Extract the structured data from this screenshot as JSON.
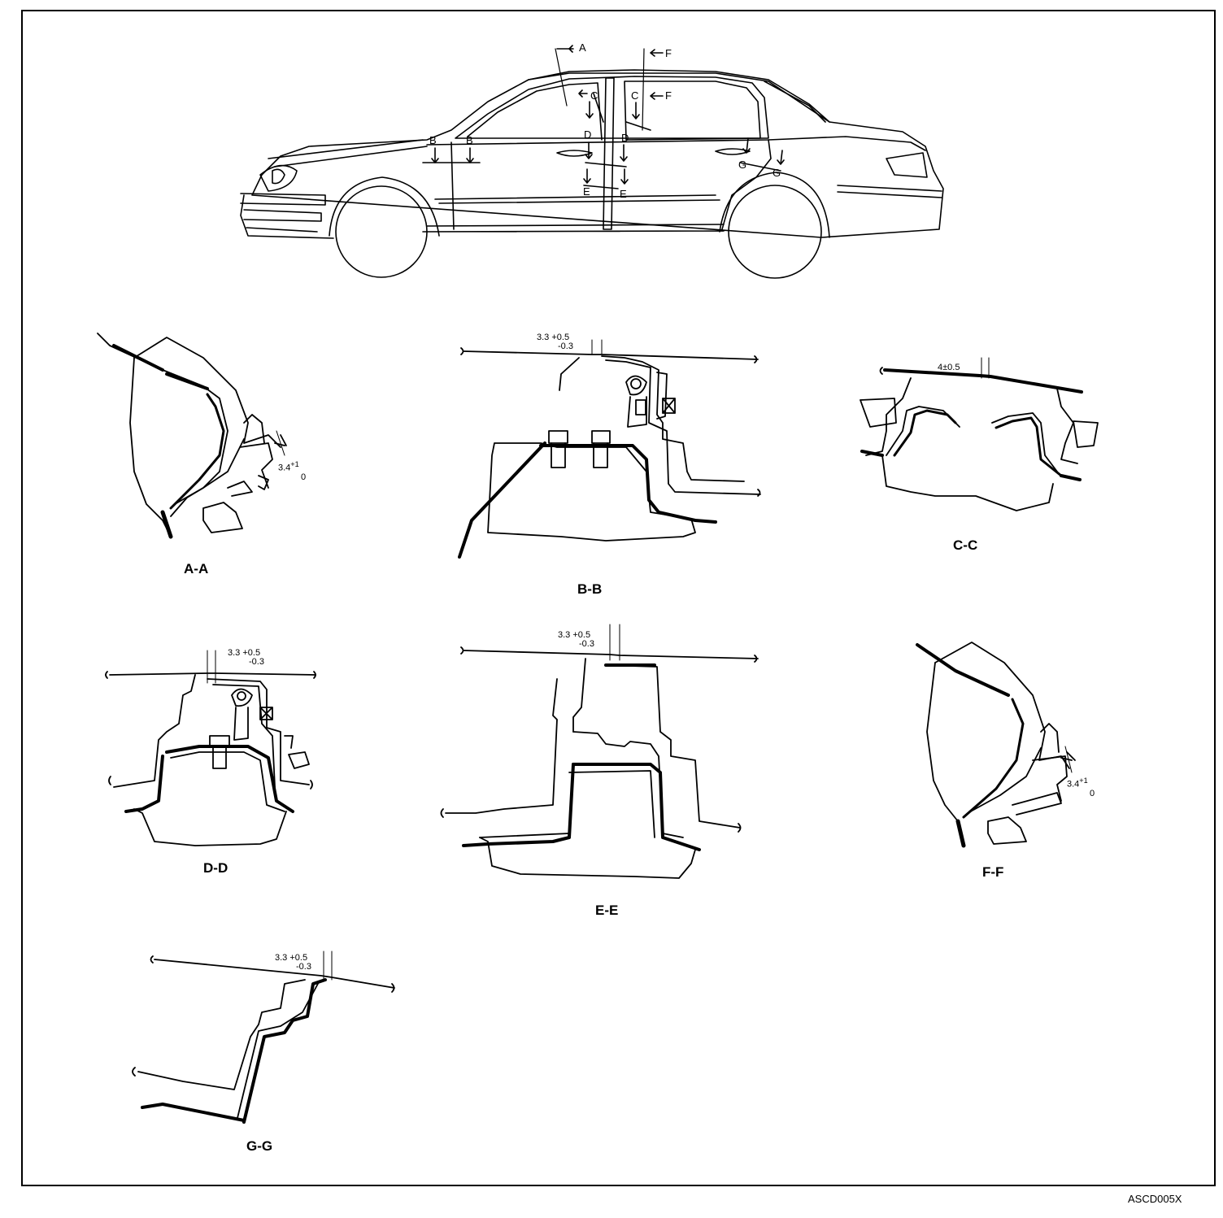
{
  "diagram": {
    "code": "ASCD005X",
    "cut_markers": [
      "A",
      "F",
      "C",
      "C",
      "F",
      "B",
      "B",
      "D",
      "D",
      "G",
      "G",
      "E",
      "E"
    ],
    "sections": [
      {
        "label": "A-A",
        "dim": "3.4",
        "tol_upper": "+1",
        "tol_lower": "0"
      },
      {
        "label": "B-B",
        "dim": "3.3",
        "tol_upper": "+0.5",
        "tol_lower": "-0.3"
      },
      {
        "label": "C-C",
        "dim": "4±0.5"
      },
      {
        "label": "D-D",
        "dim": "3.3",
        "tol_upper": "+0.5",
        "tol_lower": "-0.3"
      },
      {
        "label": "E-E",
        "dim": "3.3",
        "tol_upper": "+0.5",
        "tol_lower": "-0.3"
      },
      {
        "label": "F-F",
        "dim": "3.4",
        "tol_upper": "+1",
        "tol_lower": "0"
      },
      {
        "label": "G-G",
        "dim": "3.3",
        "tol_upper": "+0.5",
        "tol_lower": "-0.3"
      }
    ]
  }
}
